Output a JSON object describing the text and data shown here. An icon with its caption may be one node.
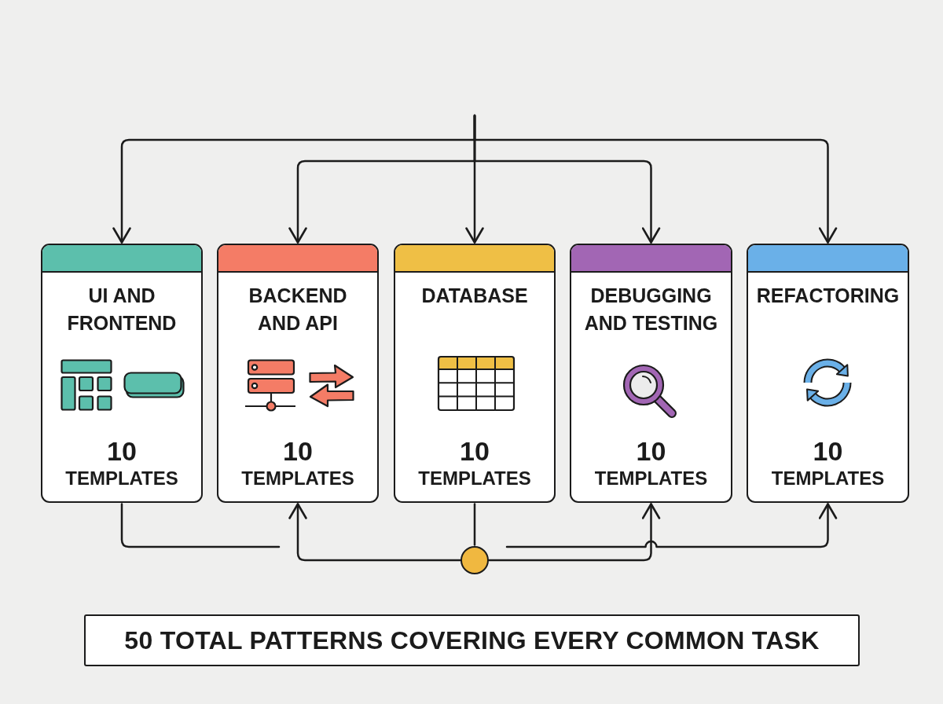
{
  "diagram": {
    "nodes": [
      {
        "text": [
          "UI AND FRONTEND",
          "10 TEMPLATES"
        ]
      },
      {
        "text": [
          "BACKEND AND API",
          "10 TEMPLATES"
        ]
      },
      {
        "text": [
          "DATABASE",
          "10 TEMPLATES"
        ]
      },
      {
        "text": [
          "DEBUGGING AND TESTING",
          "10 TEMPLATES"
        ]
      },
      {
        "text": [
          "REFACTORING",
          "10 TEMPLATES"
        ]
      },
      {
        "text": [],
        "shape": "circle"
      },
      {
        "text": [
          "50 TOTAL PATTERNS COVERING EVERY COMMON TASK"
        ]
      }
    ],
    "edges": [
      {
        "from": null,
        "to": 0,
        "arrow": "to"
      },
      {
        "from": null,
        "to": 1,
        "arrow": "to"
      },
      {
        "from": null,
        "to": 2,
        "arrow": "to"
      },
      {
        "from": null,
        "to": 3,
        "arrow": "to"
      },
      {
        "from": null,
        "to": 4,
        "arrow": "to"
      },
      {
        "from": 2,
        "to": 5,
        "arrow": "none"
      },
      {
        "from": 5,
        "to": 1,
        "arrow": "to"
      },
      {
        "from": 5,
        "to": 3,
        "arrow": "to"
      },
      {
        "from": 0,
        "to": null,
        "arrow": "none"
      },
      {
        "from": null,
        "to": 4,
        "arrow": "to"
      }
    ]
  }
}
